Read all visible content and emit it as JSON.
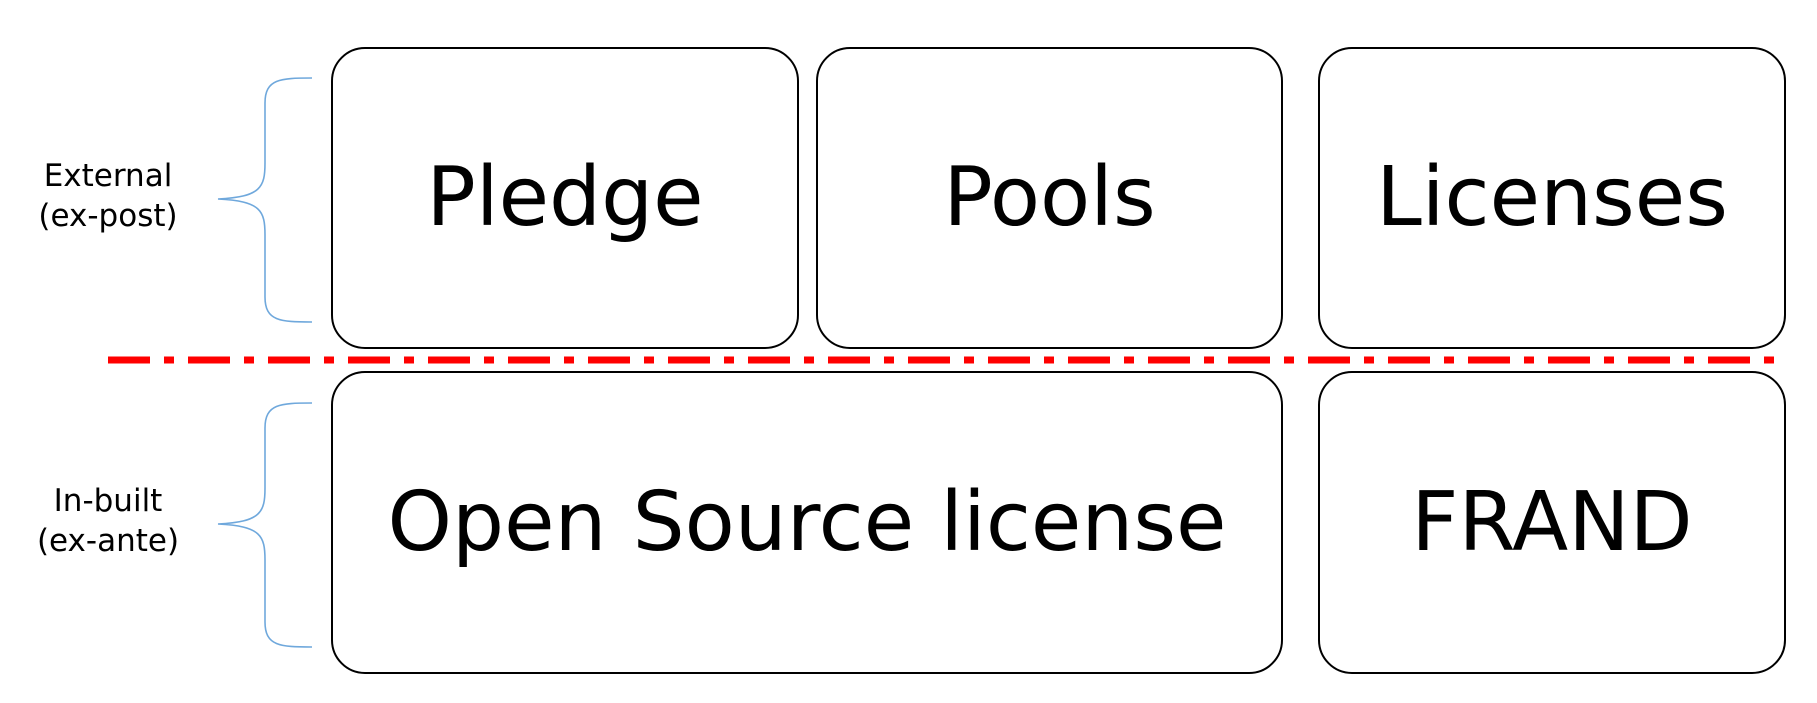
{
  "rows": {
    "top": {
      "label_line1": "External",
      "label_line2": "(ex-post)",
      "boxes": [
        "Pledge",
        "Pools",
        "Licenses"
      ]
    },
    "bottom": {
      "label_line1": "In-built",
      "label_line2": "(ex-ante)",
      "boxes": [
        "Open Source license",
        "FRAND"
      ]
    }
  },
  "colors": {
    "divider": "#ff0000",
    "brace": "#6fa8dc",
    "box_border": "#000000"
  }
}
